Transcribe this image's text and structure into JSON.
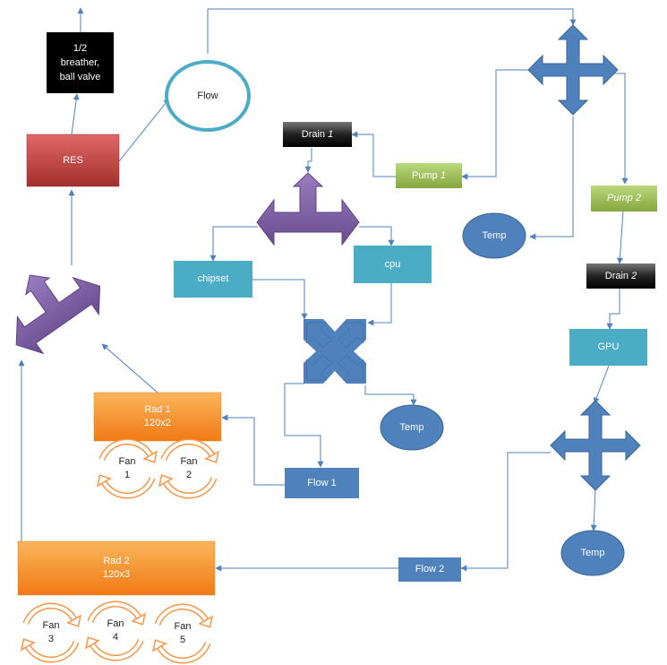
{
  "nodes": {
    "breather": {
      "line1": "1/2",
      "line2": "breather,",
      "line3": "ball valve"
    },
    "res": "RES",
    "flow_top": "Flow",
    "drain1": {
      "text": "Drain",
      "num": "1"
    },
    "pump1": {
      "text": "Pump",
      "num": "1"
    },
    "pump2": {
      "text": "Pump",
      "num": "2"
    },
    "drain2": {
      "text": "Drain",
      "num": "2"
    },
    "temp_top": "Temp",
    "chipset": "chipset",
    "cpu": "cpu",
    "temp_mid": "Temp",
    "gpu": "GPU",
    "temp_right": "Temp",
    "rad1": {
      "line1": "Rad 1",
      "line2": "120x2"
    },
    "rad2": {
      "line1": "Rad 2",
      "line2": "120x3"
    },
    "flow1": "Flow 1",
    "flow2": "Flow 2"
  },
  "fans": [
    {
      "label": "Fan",
      "num": "1"
    },
    {
      "label": "Fan",
      "num": "2"
    },
    {
      "label": "Fan",
      "num": "3"
    },
    {
      "label": "Fan",
      "num": "4"
    },
    {
      "label": "Fan",
      "num": "5"
    }
  ],
  "colors": {
    "line": "#4f81bd",
    "blue_box": "#4f81bd",
    "teal_box": "#4bacc6",
    "green_box": "#9bbb59",
    "orange_box": "#f79646",
    "red_box": "#c0504d",
    "purple_arrow": "#8064a2",
    "flow_ring": "#4bacc6",
    "fan_ring": "#f79646"
  }
}
